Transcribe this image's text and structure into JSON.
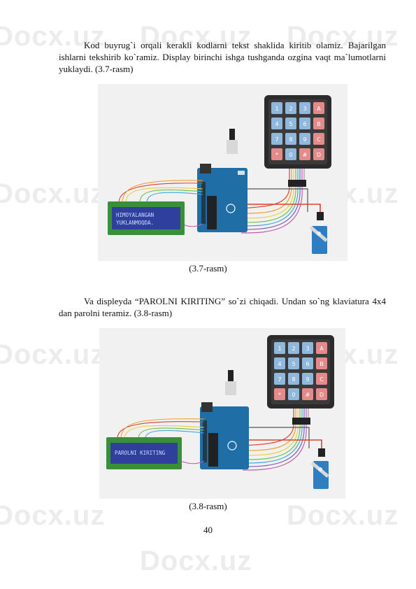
{
  "watermark": "Docx.uz",
  "paragraphs": [
    "Kod buyrug`i orqali kerakli kodlarni tekst shaklida kiritib olamiz. Bajarilgan ishlarni tekshirib ko`ramiz. Display birinchi ishga tushganda ozgina vaqt ma`lumotlarni yuklaydi. (3.7-rasm)",
    "Va displeyda “PAROLNI KIRITING” so`zi chiqadi. Undan so`ng klaviatura 4x4 dan parolni teramiz. (3.8-rasm)"
  ],
  "figures": [
    {
      "caption": "(3.7-rasm)",
      "lcd_line1": "HIMOYALANGAN",
      "lcd_line2": "YUKLANMOQDA."
    },
    {
      "caption": "(3.8-rasm)",
      "lcd_line1": "PAROLNI KIRITING",
      "lcd_line2": ""
    }
  ],
  "keypad_keys": [
    "1",
    "2",
    "3",
    "A",
    "4",
    "5",
    "6",
    "B",
    "7",
    "8",
    "9",
    "C",
    "*",
    "0",
    "#",
    "D"
  ],
  "colors": {
    "keypad_body": "#2b2b2b",
    "key_number": "#8fb8dc",
    "key_letter": "#e58a8a",
    "arduino_blue": "#1f6ea6",
    "lcd_screen": "#2e3f9c",
    "lcd_frame": "#3a8f3a",
    "servo_blue": "#2f7ec2",
    "wire_red": "#d9432e"
  },
  "page_number": "40"
}
